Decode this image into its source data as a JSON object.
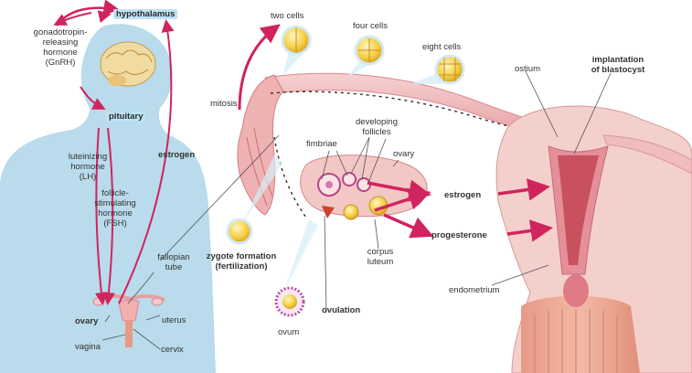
{
  "labels": {
    "hypothalamus": "hypothalamus",
    "gnrh": "gonadotropin-\nreleasing\nhormone\n(GnRH)",
    "pituitary": "pituitary",
    "lh": "luteinizing\nhormone\n(LH)",
    "fsh": "follicle-\nstimulating\nhormone\n(FSH)",
    "estrogen_left": "estrogen",
    "fallopian_tube": "fallopian\ntube",
    "ovary_left": "ovary",
    "uterus_left": "uterus",
    "vagina": "vagina",
    "cervix": "cervix",
    "mitosis": "mitosis",
    "two_cells": "two cells",
    "four_cells": "four cells",
    "eight_cells": "eight cells",
    "fimbriae": "fimbriae",
    "developing_follicles": "developing\nfollicles",
    "ovary_right": "ovary",
    "ostium": "ostium",
    "implantation": "implantation\nof blastocyst",
    "estrogen_right": "estrogen",
    "progesterone": "progesterone",
    "corpus_luteum": "corpus\nluteum",
    "zygote_formation": "zygote formation\n(fertilization)",
    "ovulation": "ovulation",
    "ovum": "ovum",
    "endometrium": "endometrium"
  },
  "colors": {
    "body": "#b9dbeb",
    "arrow": "#d0245e",
    "tissue": "#f2c2c2",
    "tissue_dark": "#e38f95",
    "cell": "#f5d24a",
    "highlight": "#bfe3f4"
  }
}
